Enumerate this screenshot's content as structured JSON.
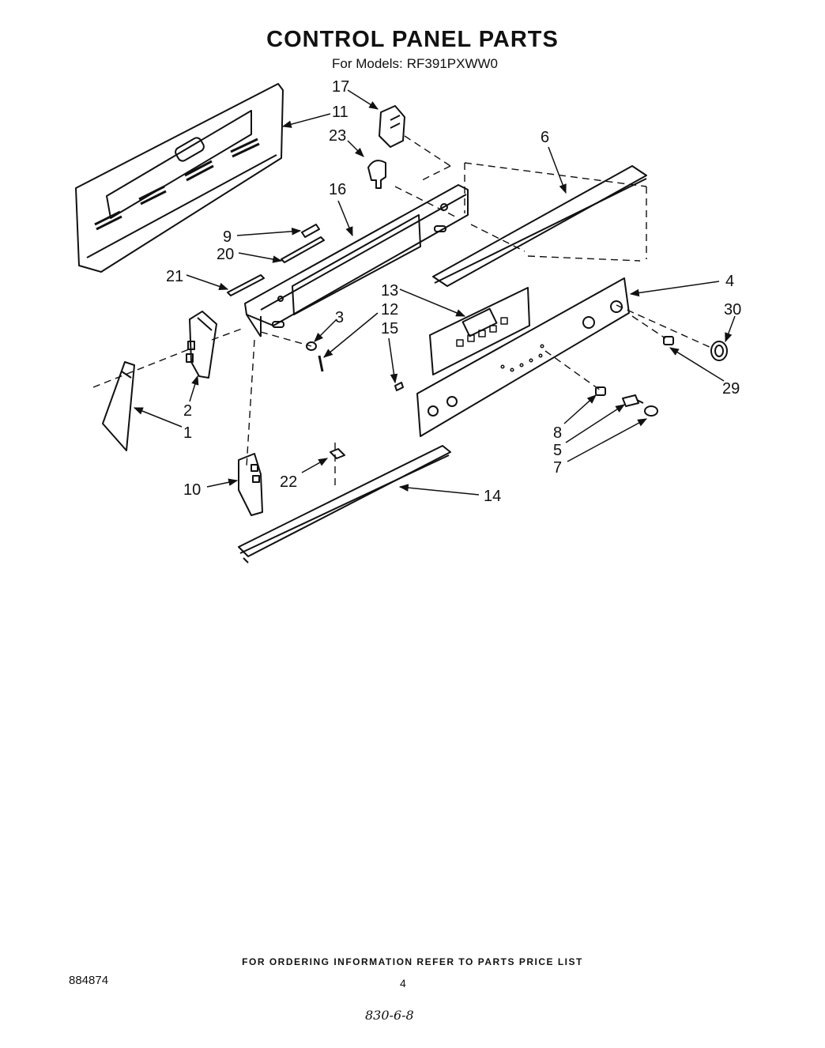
{
  "header": {
    "title": "CONTROL PANEL PARTS",
    "models_label": "For Models:",
    "model_number": "RF391PXWW0"
  },
  "callouts": [
    {
      "id": "c17",
      "label": "17"
    },
    {
      "id": "c11",
      "label": "11"
    },
    {
      "id": "c23",
      "label": "23"
    },
    {
      "id": "c6",
      "label": "6"
    },
    {
      "id": "c16",
      "label": "16"
    },
    {
      "id": "c9",
      "label": "9"
    },
    {
      "id": "c20",
      "label": "20"
    },
    {
      "id": "c21",
      "label": "21"
    },
    {
      "id": "c13",
      "label": "13"
    },
    {
      "id": "c12",
      "label": "12"
    },
    {
      "id": "c4",
      "label": "4"
    },
    {
      "id": "c30",
      "label": "30"
    },
    {
      "id": "c3",
      "label": "3"
    },
    {
      "id": "c15",
      "label": "15"
    },
    {
      "id": "c29",
      "label": "29"
    },
    {
      "id": "c2",
      "label": "2"
    },
    {
      "id": "c1",
      "label": "1"
    },
    {
      "id": "c8",
      "label": "8"
    },
    {
      "id": "c5",
      "label": "5"
    },
    {
      "id": "c7",
      "label": "7"
    },
    {
      "id": "c10",
      "label": "10"
    },
    {
      "id": "c22",
      "label": "22"
    },
    {
      "id": "c14",
      "label": "14"
    }
  ],
  "footer": {
    "ordering_note": "FOR ORDERING INFORMATION REFER TO PARTS PRICE LIST",
    "document_number": "884874",
    "page_number": "4",
    "handwritten_note": "830-6-8"
  }
}
